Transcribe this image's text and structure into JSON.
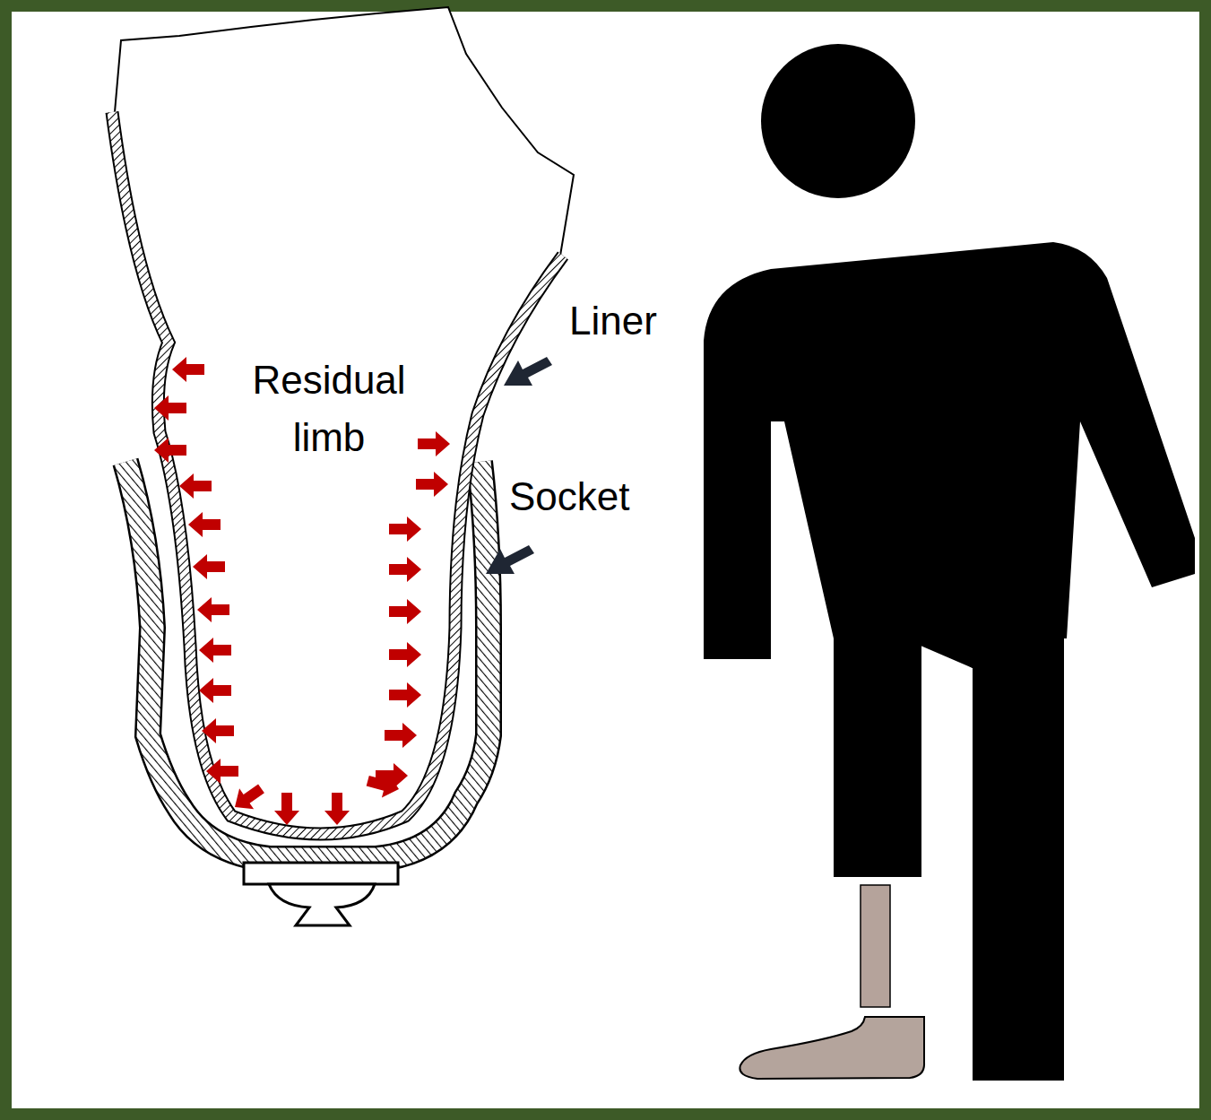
{
  "diagram": {
    "labels": [
      "Residual limb",
      "Liner",
      "Socket"
    ]
  }
}
